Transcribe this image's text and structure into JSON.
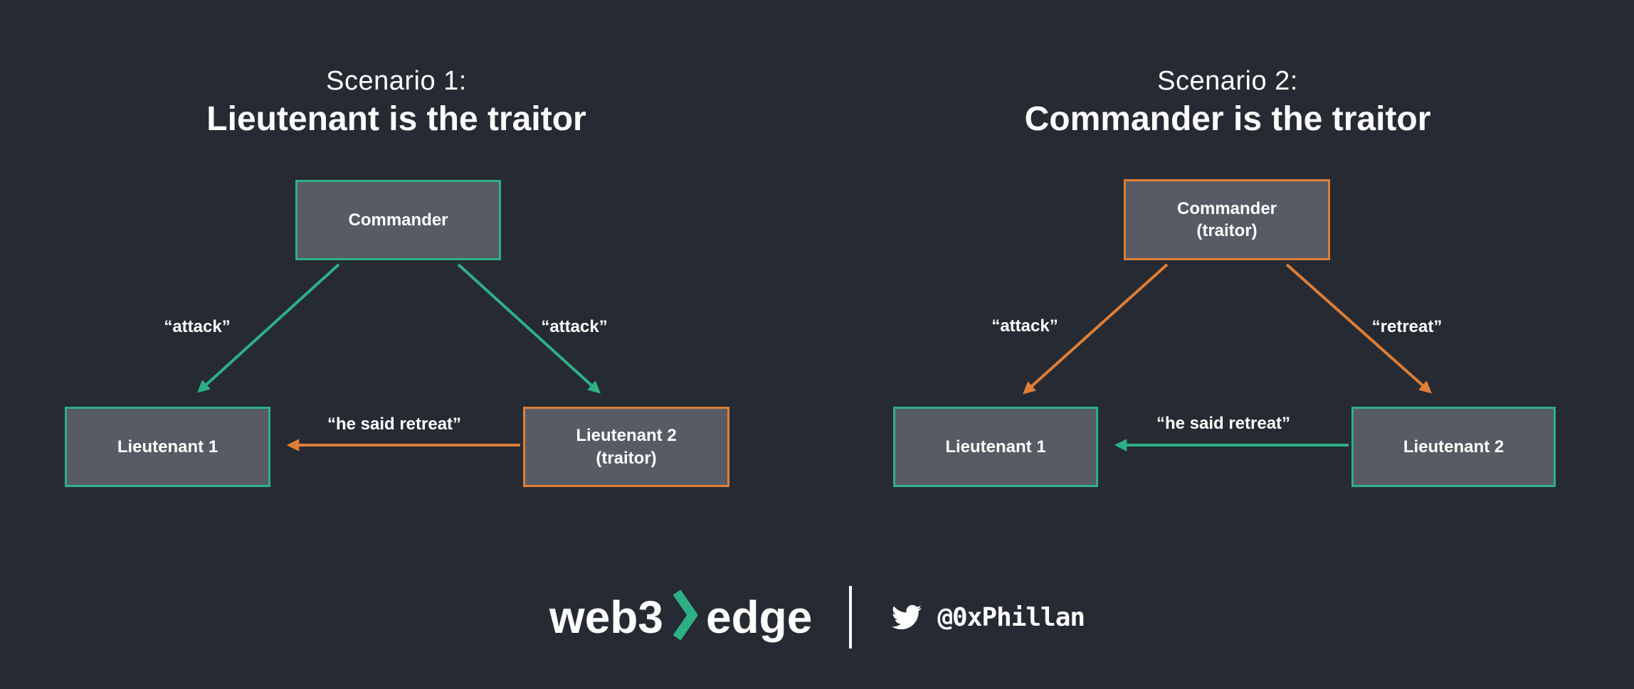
{
  "colors": {
    "background": "#262b33",
    "box_fill": "#575c64",
    "green": "#2eb086",
    "orange": "#df7e35",
    "text": "#ffffff"
  },
  "scenario1": {
    "title_line1": "Scenario 1:",
    "title_line2": "Lieutenant is the traitor",
    "nodes": {
      "commander": {
        "label": "Commander"
      },
      "lieutenant1": {
        "label": "Lieutenant 1"
      },
      "lieutenant2": {
        "label": "Lieutenant 2",
        "sublabel": "(traitor)"
      }
    },
    "messages": {
      "to_lieutenant1": "“attack”",
      "to_lieutenant2": "“attack”",
      "lieutenant2_to_lieutenant1": "“he said retreat”"
    }
  },
  "scenario2": {
    "title_line1": "Scenario 2:",
    "title_line2": "Commander is the traitor",
    "nodes": {
      "commander": {
        "label": "Commander",
        "sublabel": "(traitor)"
      },
      "lieutenant1": {
        "label": "Lieutenant 1"
      },
      "lieutenant2": {
        "label": "Lieutenant 2"
      }
    },
    "messages": {
      "to_lieutenant1": "“attack”",
      "to_lieutenant2": "“retreat”",
      "lieutenant2_to_lieutenant1": "“he said retreat”"
    }
  },
  "footer": {
    "brand_part1": "web3",
    "brand_part2": "edge",
    "twitter_handle": "@0xPhillan"
  }
}
